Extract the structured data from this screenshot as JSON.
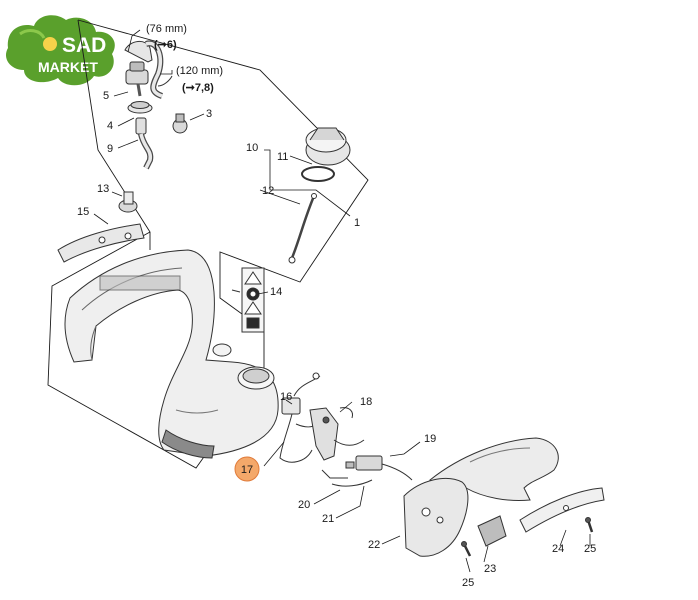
{
  "logo": {
    "line1": "SAD",
    "line2": "MARKET",
    "color_leaf": "#5aa02c",
    "color_text": "#ffffff"
  },
  "notes": {
    "hose_76": "(76 mm)",
    "ref_6": "(➞6)",
    "hose_120": "(120 mm)",
    "ref_78": "(➞7,8)"
  },
  "parts": {
    "p1": "1",
    "p3": "3",
    "p4": "4",
    "p5": "5",
    "p9": "9",
    "p10": "10",
    "p11": "11",
    "p12": "12",
    "p13": "13",
    "p14": "14",
    "p15": "15",
    "p16": "16",
    "p17": "17",
    "p18": "18",
    "p19": "19",
    "p20": "20",
    "p21": "21",
    "p22": "22",
    "p23": "23",
    "p24": "24",
    "p25a": "25",
    "p25b": "25"
  },
  "highlight_color": "#f4a86a"
}
